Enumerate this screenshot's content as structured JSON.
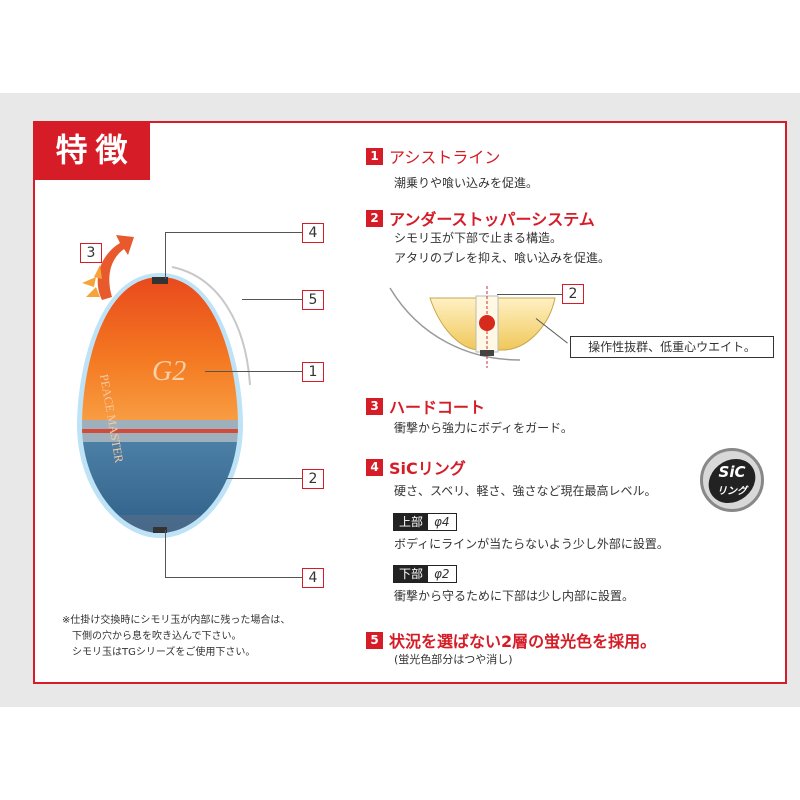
{
  "section_title": "特徴",
  "callouts": {
    "c4_top": "4",
    "c5": "5",
    "c1": "1",
    "c2": "2",
    "c4_bottom": "4",
    "c3": "3",
    "c2_diagram": "2"
  },
  "float_body": {
    "text_brand": "PEACE MASTER",
    "text_logo": "G2",
    "colors": {
      "orange": "#f26a1b",
      "blue": "#3a6f9b",
      "outline": "#9dd4f0"
    }
  },
  "note_lines": [
    "※仕掛け交換時にシモリ玉が内部に残った場合は、",
    "　下側の穴から息を吹き込んで下さい。",
    "　シモリ玉はTGシリーズをご使用下さい。"
  ],
  "features": [
    {
      "num": "1",
      "title": "アシストライン",
      "desc": [
        "潮乗りや喰い込みを促進。"
      ]
    },
    {
      "num": "2",
      "title": "アンダーストッパーシステム",
      "desc": [
        "シモリ玉が下部で止まる構造。",
        "アタリのブレを抑え、喰い込みを促進。"
      ]
    },
    {
      "num": "3",
      "title": "ハードコート",
      "desc": [
        "衝撃から強力にボディをガード。"
      ]
    },
    {
      "num": "4",
      "title": "SiCリング",
      "desc": [
        "硬さ、スベリ、軽さ、強さなど現在最高レベル。"
      ]
    },
    {
      "num": "5",
      "title": "状況を選ばない2層の蛍光色を採用。",
      "desc": [
        "(蛍光色部分はつや消し)"
      ]
    }
  ],
  "weight_label": "操作性抜群、低重心ウエイト。",
  "sic_badge": {
    "line1": "SiC",
    "line2": "リング"
  },
  "ring_specs": [
    {
      "key": "上部",
      "value": "φ4",
      "desc": "ボディにラインが当たらないよう少し外部に設置。"
    },
    {
      "key": "下部",
      "value": "φ2",
      "desc": "衝撃から守るために下部は少し内部に設置。"
    }
  ],
  "accent_color": "#d51c27"
}
